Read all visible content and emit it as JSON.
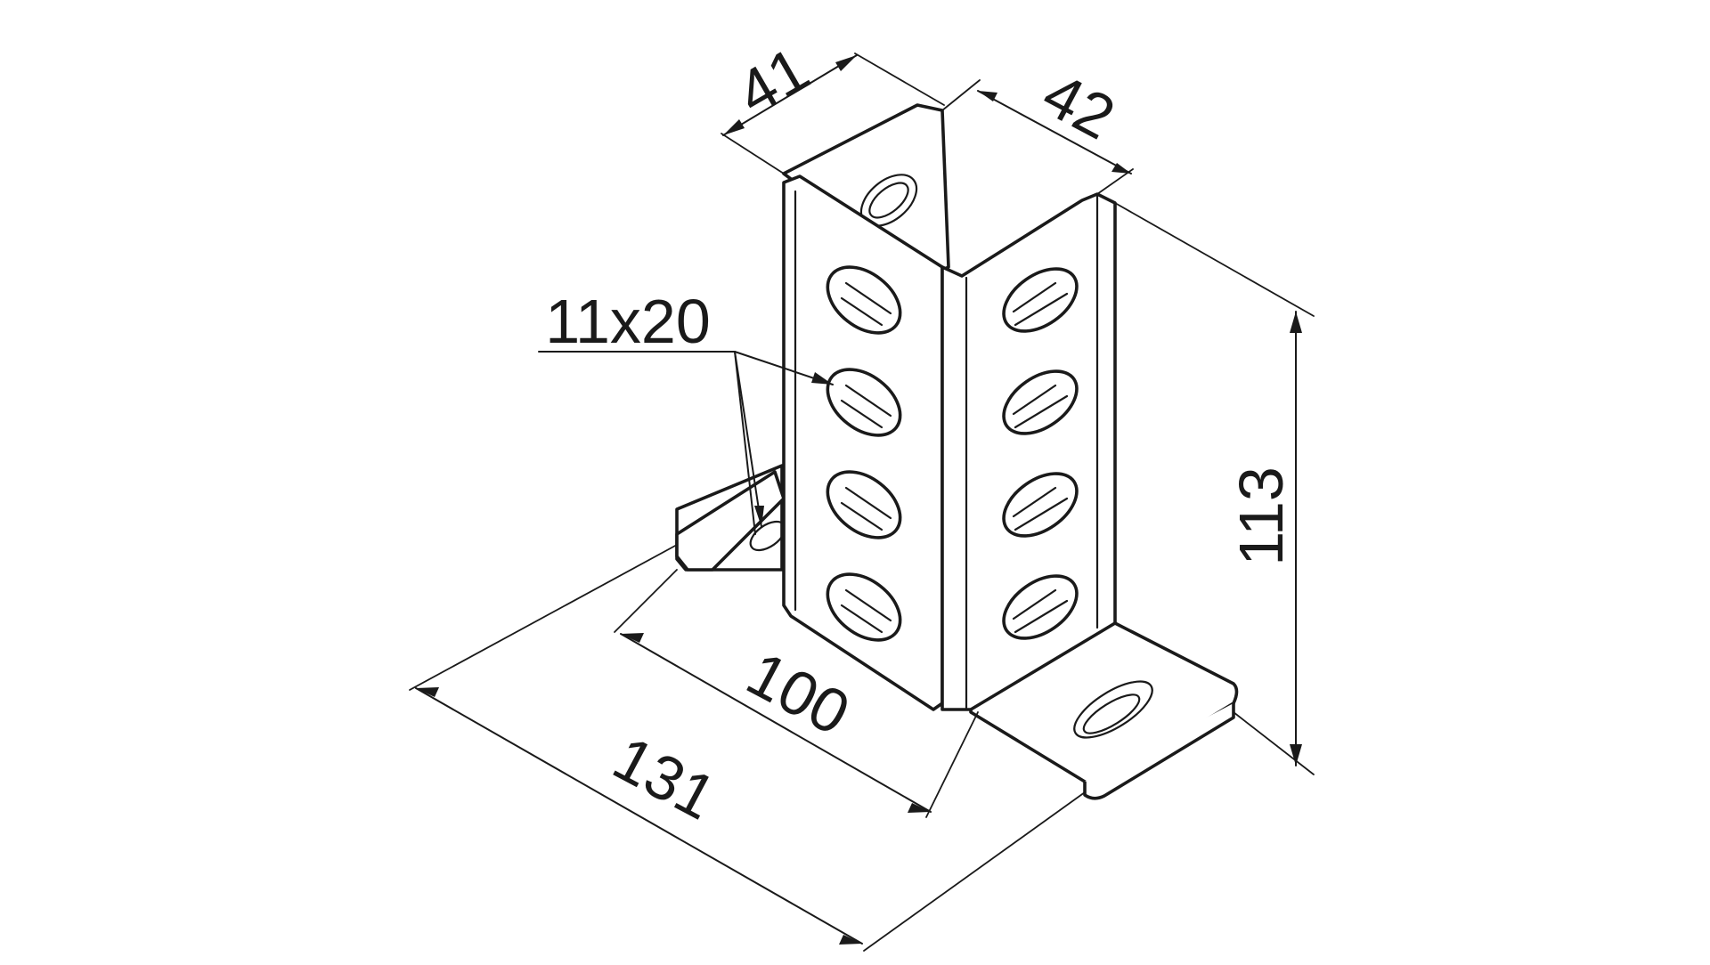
{
  "drawing": {
    "dimensions": {
      "channel_width": "41",
      "flange_depth": "42",
      "height": "113",
      "base_inner": "100",
      "base_overall": "131",
      "slot_size": "11x20"
    },
    "colors": {
      "line": "#1a1a1a",
      "background": "#ffffff"
    }
  }
}
